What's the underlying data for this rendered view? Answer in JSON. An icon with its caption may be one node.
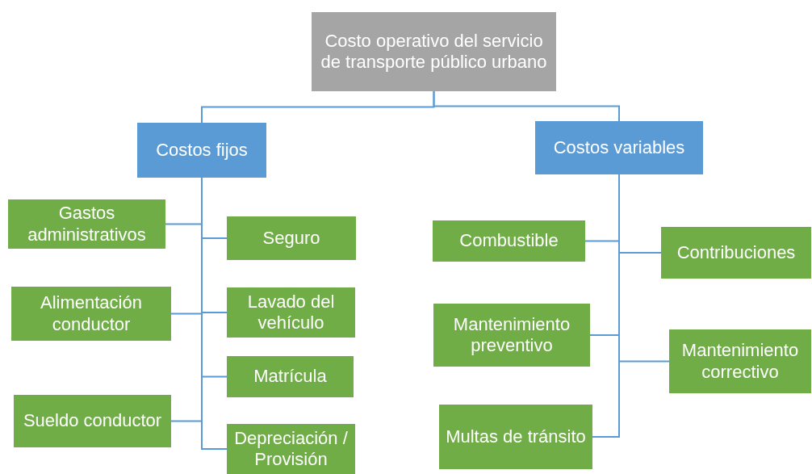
{
  "diagram": {
    "nodes": [
      {
        "text": [
          "Costo operativo del servicio de transporte público urbano"
        ]
      },
      {
        "text": [
          "Costos fijos"
        ]
      },
      {
        "text": [
          "Costos variables"
        ]
      },
      {
        "text": [
          "Gastos administrativos"
        ]
      },
      {
        "text": [
          "Seguro"
        ]
      },
      {
        "text": [
          "Alimentación conductor"
        ]
      },
      {
        "text": [
          "Lavado del vehículo"
        ]
      },
      {
        "text": [
          "Matrícula"
        ]
      },
      {
        "text": [
          "Sueldo conductor"
        ]
      },
      {
        "text": [
          "Depreciación / Provisión"
        ]
      },
      {
        "text": [
          "Combustible"
        ]
      },
      {
        "text": [
          "Contribuciones"
        ]
      },
      {
        "text": [
          "Mantenimiento preventivo"
        ]
      },
      {
        "text": [
          "Mantenimiento correctivo"
        ]
      },
      {
        "text": [
          "Multas de tránsito"
        ]
      }
    ],
    "edges": [
      {
        "from": 0,
        "to": 1,
        "arrow": "none"
      },
      {
        "from": 0,
        "to": 2,
        "arrow": "none"
      },
      {
        "from": 1,
        "to": 3,
        "arrow": "none"
      },
      {
        "from": 1,
        "to": 4,
        "arrow": "none"
      },
      {
        "from": 1,
        "to": 5,
        "arrow": "none"
      },
      {
        "from": 1,
        "to": 6,
        "arrow": "none"
      },
      {
        "from": 1,
        "to": 7,
        "arrow": "none"
      },
      {
        "from": 1,
        "to": 8,
        "arrow": "none"
      },
      {
        "from": 1,
        "to": 9,
        "arrow": "none"
      },
      {
        "from": 2,
        "to": 10,
        "arrow": "none"
      },
      {
        "from": 2,
        "to": 11,
        "arrow": "none"
      },
      {
        "from": 2,
        "to": 12,
        "arrow": "none"
      },
      {
        "from": 2,
        "to": 13,
        "arrow": "none"
      },
      {
        "from": 2,
        "to": 14,
        "arrow": "none"
      }
    ]
  }
}
